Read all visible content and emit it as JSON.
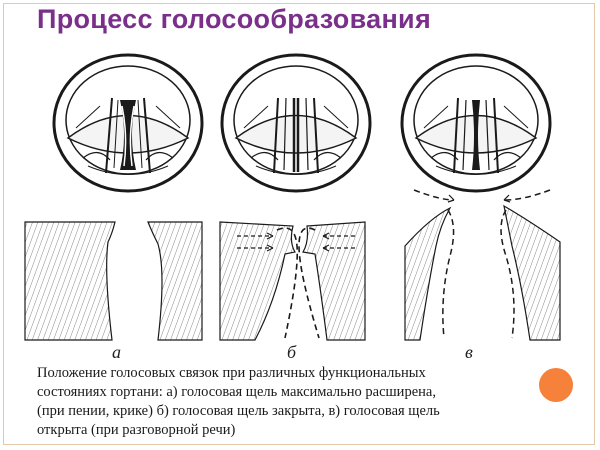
{
  "title": "Процесс голосообразования",
  "panels": [
    {
      "label": "а"
    },
    {
      "label": "б"
    },
    {
      "label": "в"
    }
  ],
  "caption": {
    "line1": "Положение голосовых связок при различных функциональных",
    "line2": "состояниях гортани: а) голосовая щель максимально расширена,",
    "line3": "(при пении, крике)  б) голосовая щель закрыта, в) голосовая щель",
    "line4": "открыта (при разговорной речи)"
  },
  "colors": {
    "title": "#7a2f8a",
    "accent": "#f5813a",
    "ink": "#1a1a1a"
  }
}
